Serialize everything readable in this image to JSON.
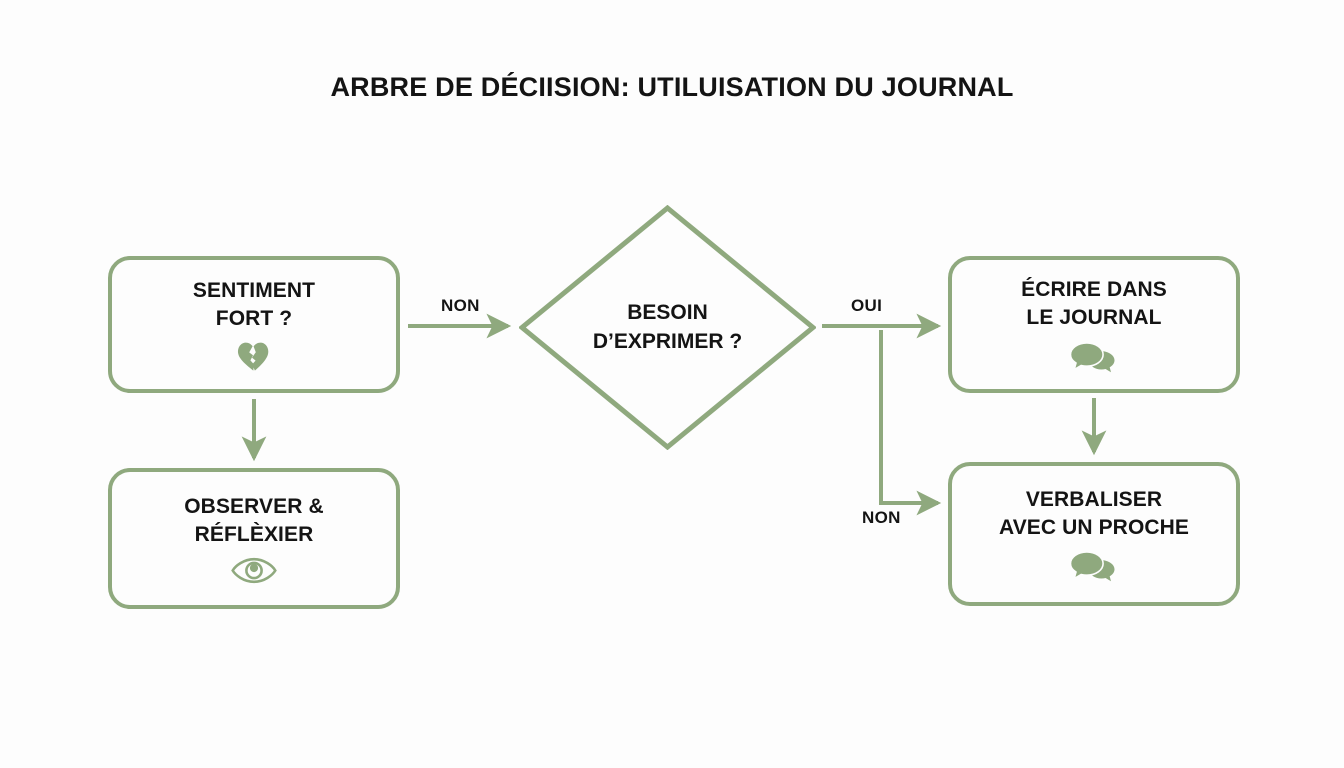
{
  "diagram": {
    "title": "ARBRE DE DÉCIISION: UTILUISATION DU JOURNAL",
    "background_color": "#fdfdfd",
    "accent_color": "#8fa97e",
    "text_color": "#141414",
    "type": "decision-tree-flowchart",
    "nodes": [
      {
        "id": "sentiment",
        "label": "SENTIMENT\nFORT ?",
        "shape": "rounded-rect",
        "icon": "broken-heart-icon"
      },
      {
        "id": "observer",
        "label": "OBSERVER &\nRÉFLÈXIER",
        "shape": "rounded-rect",
        "icon": "eye-icon"
      },
      {
        "id": "besoin",
        "label": "BESOIN\nD’EXPRIMER ?",
        "shape": "diamond",
        "icon": null
      },
      {
        "id": "ecrire",
        "label": "ÉCRIRE DANS\nLE JOURNAL",
        "shape": "rounded-rect",
        "icon": "speech-bubbles-icon"
      },
      {
        "id": "verbaliser",
        "label": "VERBALISER\nAVEC UN PROCHE",
        "shape": "rounded-rect",
        "icon": "speech-bubbles-icon"
      }
    ],
    "edges": [
      {
        "id": "e1",
        "from": "sentiment",
        "to": "besoin",
        "label": "NON"
      },
      {
        "id": "e2",
        "from": "sentiment",
        "to": "observer",
        "label": ""
      },
      {
        "id": "e3",
        "from": "besoin",
        "to": "ecrire",
        "label": "OUI"
      },
      {
        "id": "e4",
        "from": "besoin",
        "to": "verbaliser",
        "label": "NON"
      },
      {
        "id": "e5",
        "from": "ecrire",
        "to": "verbaliser",
        "label": ""
      }
    ]
  }
}
